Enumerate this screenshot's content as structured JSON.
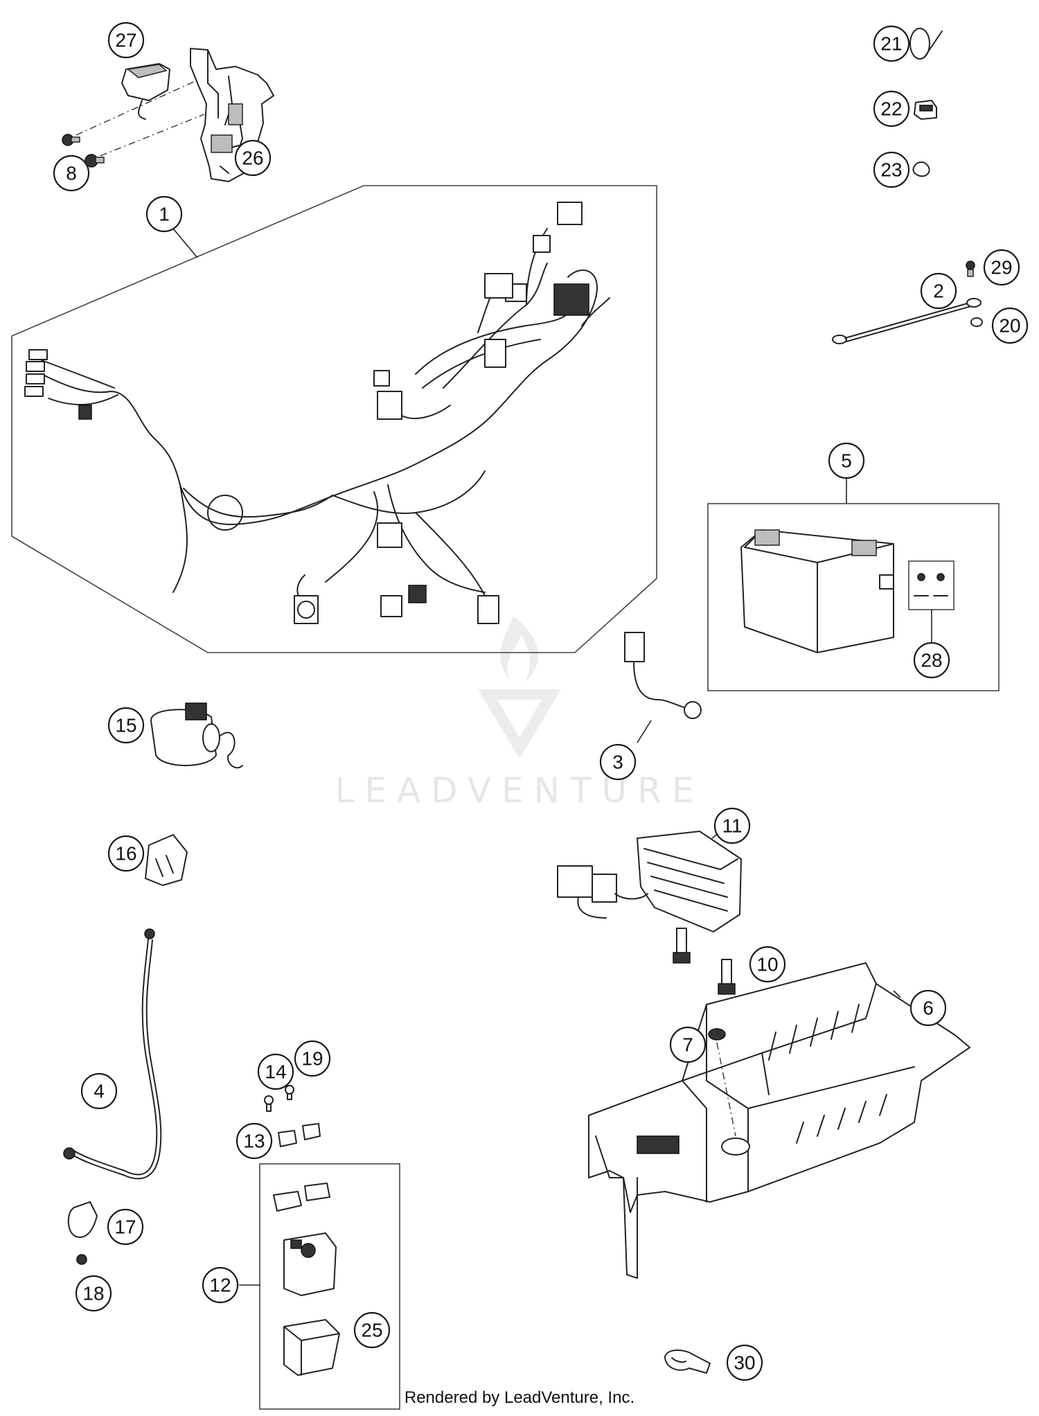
{
  "diagram": {
    "callouts": [
      "27",
      "8",
      "26",
      "21",
      "22",
      "23",
      "1",
      "29",
      "2",
      "20",
      "5",
      "28",
      "3",
      "15",
      "11",
      "16",
      "10",
      "6",
      "7",
      "14",
      "19",
      "4",
      "13",
      "17",
      "12",
      "18",
      "25",
      "30"
    ]
  },
  "watermark": {
    "text": "LEADVENTURE"
  },
  "footer": {
    "credit": "Rendered by LeadVenture, Inc."
  }
}
